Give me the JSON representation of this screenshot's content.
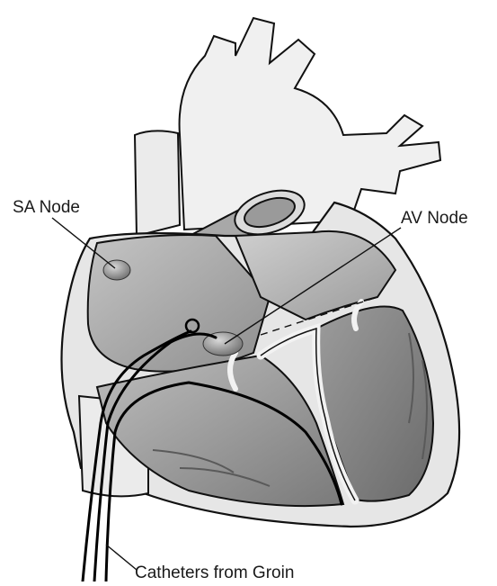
{
  "labels": {
    "sa_node": "SA Node",
    "av_node": "AV Node",
    "catheters": "Catheters from Groin"
  },
  "colors": {
    "outline": "#111111",
    "wall": "#e9e9e9",
    "chamber_dark": "#8c8c8c",
    "chamber_mid": "#b8b8b8",
    "node": "#8a8a8a",
    "catheter": "#000000"
  }
}
